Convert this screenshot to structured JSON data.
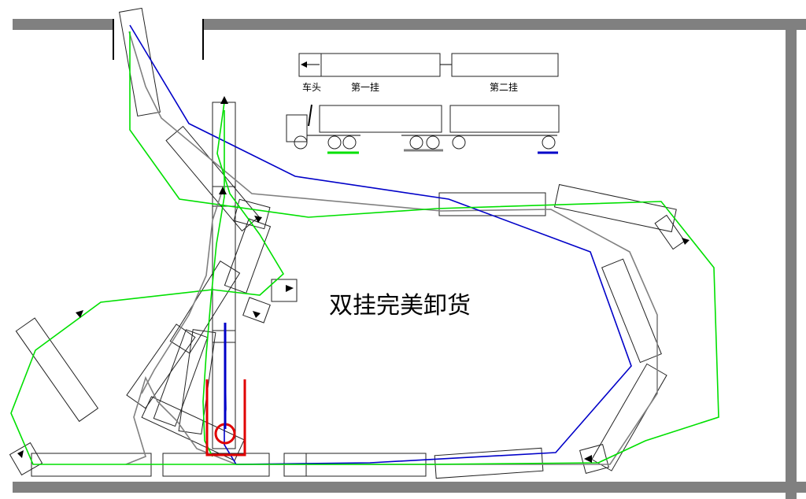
{
  "diagram": {
    "title": "双挂完美卸货",
    "legend": {
      "head_label": "车头",
      "trailer1_label": "第一挂",
      "trailer2_label": "第二挂"
    },
    "colors": {
      "wall": "#808080",
      "head_path": "#00e000",
      "trailer1_path": "#808080",
      "trailer2_path": "#0000c8",
      "dock_marker": "#e00000"
    }
  }
}
